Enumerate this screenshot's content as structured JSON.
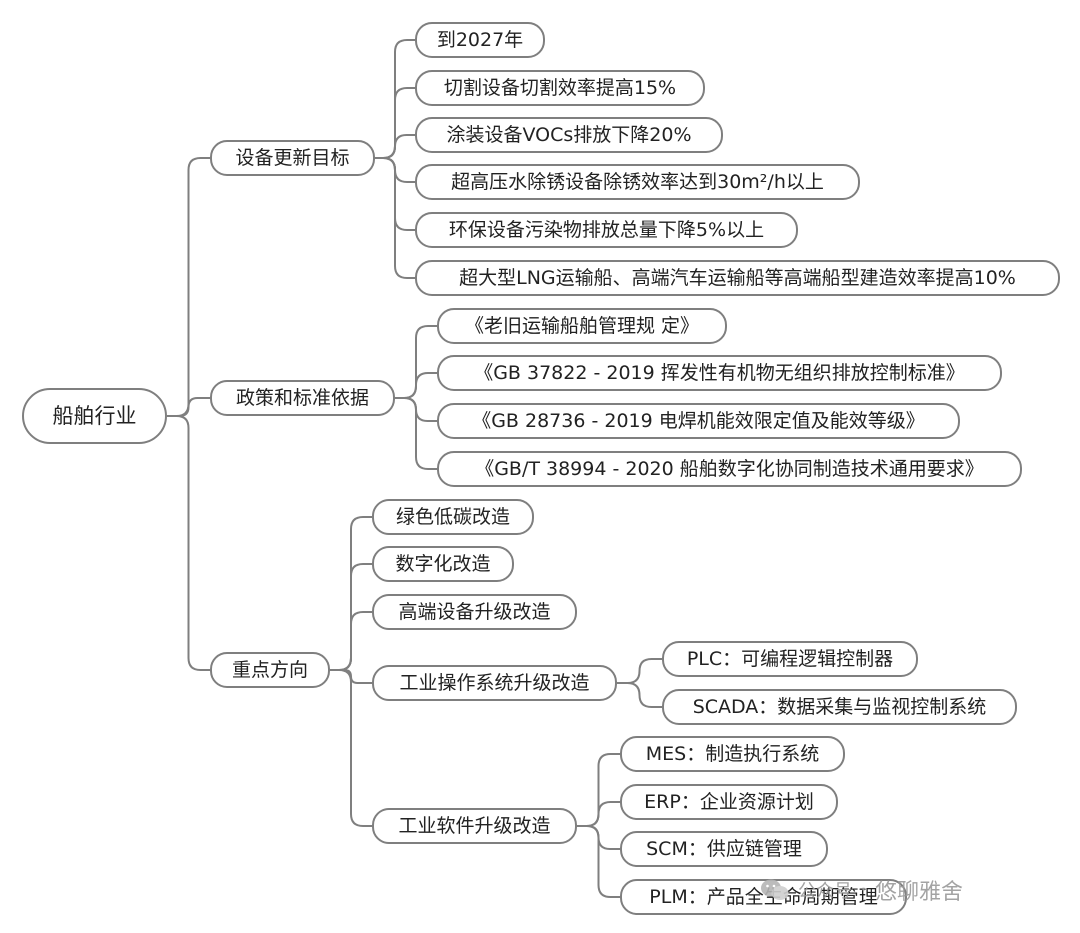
{
  "colors": {
    "border": "#7f7f7f",
    "line": "#7f7f7f",
    "text": "#222222",
    "background": "#ffffff"
  },
  "nodes": [
    {
      "id": "root",
      "label": "船舶行业"
    },
    {
      "id": "b1",
      "label": "设备更新目标"
    },
    {
      "id": "b1_1",
      "label": "到2027年"
    },
    {
      "id": "b1_2",
      "label": "切割设备切割效率提高15%"
    },
    {
      "id": "b1_3",
      "label": "涂装设备VOCs排放下降20%"
    },
    {
      "id": "b1_4",
      "label": "超高压水除锈设备除锈效率达到30m²/h以上"
    },
    {
      "id": "b1_5",
      "label": "环保设备污染物排放总量下降5%以上"
    },
    {
      "id": "b1_6",
      "label": "超大型LNG运输船、高端汽车运输船等高端船型建造效率提高10%"
    },
    {
      "id": "b2",
      "label": "政策和标准依据"
    },
    {
      "id": "b2_1",
      "label": "《老旧运输船舶管理规 定》"
    },
    {
      "id": "b2_2",
      "label": "《GB 37822 - 2019 挥发性有机物无组织排放控制标准》"
    },
    {
      "id": "b2_3",
      "label": "《GB 28736 - 2019 电焊机能效限定值及能效等级》"
    },
    {
      "id": "b2_4",
      "label": "《GB/T 38994 - 2020 船舶数字化协同制造技术通用要求》"
    },
    {
      "id": "b3",
      "label": "重点方向"
    },
    {
      "id": "b3_1",
      "label": "绿色低碳改造"
    },
    {
      "id": "b3_2",
      "label": "数字化改造"
    },
    {
      "id": "b3_3",
      "label": "高端设备升级改造"
    },
    {
      "id": "b3_4",
      "label": "工业操作系统升级改造"
    },
    {
      "id": "b3_4_1",
      "label": "PLC：可编程逻辑控制器"
    },
    {
      "id": "b3_4_2",
      "label": "SCADA：数据采集与监视控制系统"
    },
    {
      "id": "b3_5",
      "label": "工业软件升级改造"
    },
    {
      "id": "b3_5_1",
      "label": "MES：制造执行系统"
    },
    {
      "id": "b3_5_2",
      "label": "ERP：企业资源计划"
    },
    {
      "id": "b3_5_3",
      "label": "SCM：供应链管理"
    },
    {
      "id": "b3_5_4",
      "label": "PLM：产品全生命周期管理"
    }
  ],
  "edges": [
    [
      "root",
      "b1"
    ],
    [
      "root",
      "b2"
    ],
    [
      "root",
      "b3"
    ],
    [
      "b1",
      "b1_1"
    ],
    [
      "b1",
      "b1_2"
    ],
    [
      "b1",
      "b1_3"
    ],
    [
      "b1",
      "b1_4"
    ],
    [
      "b1",
      "b1_5"
    ],
    [
      "b1",
      "b1_6"
    ],
    [
      "b2",
      "b2_1"
    ],
    [
      "b2",
      "b2_2"
    ],
    [
      "b2",
      "b2_3"
    ],
    [
      "b2",
      "b2_4"
    ],
    [
      "b3",
      "b3_1"
    ],
    [
      "b3",
      "b3_2"
    ],
    [
      "b3",
      "b3_3"
    ],
    [
      "b3",
      "b3_4"
    ],
    [
      "b3",
      "b3_5"
    ],
    [
      "b3_4",
      "b3_4_1"
    ],
    [
      "b3_4",
      "b3_4_2"
    ],
    [
      "b3_5",
      "b3_5_1"
    ],
    [
      "b3_5",
      "b3_5_2"
    ],
    [
      "b3_5",
      "b3_5_3"
    ],
    [
      "b3_5",
      "b3_5_4"
    ]
  ],
  "watermark": {
    "text": "悠聊雅舍",
    "prefix": "公众号"
  }
}
